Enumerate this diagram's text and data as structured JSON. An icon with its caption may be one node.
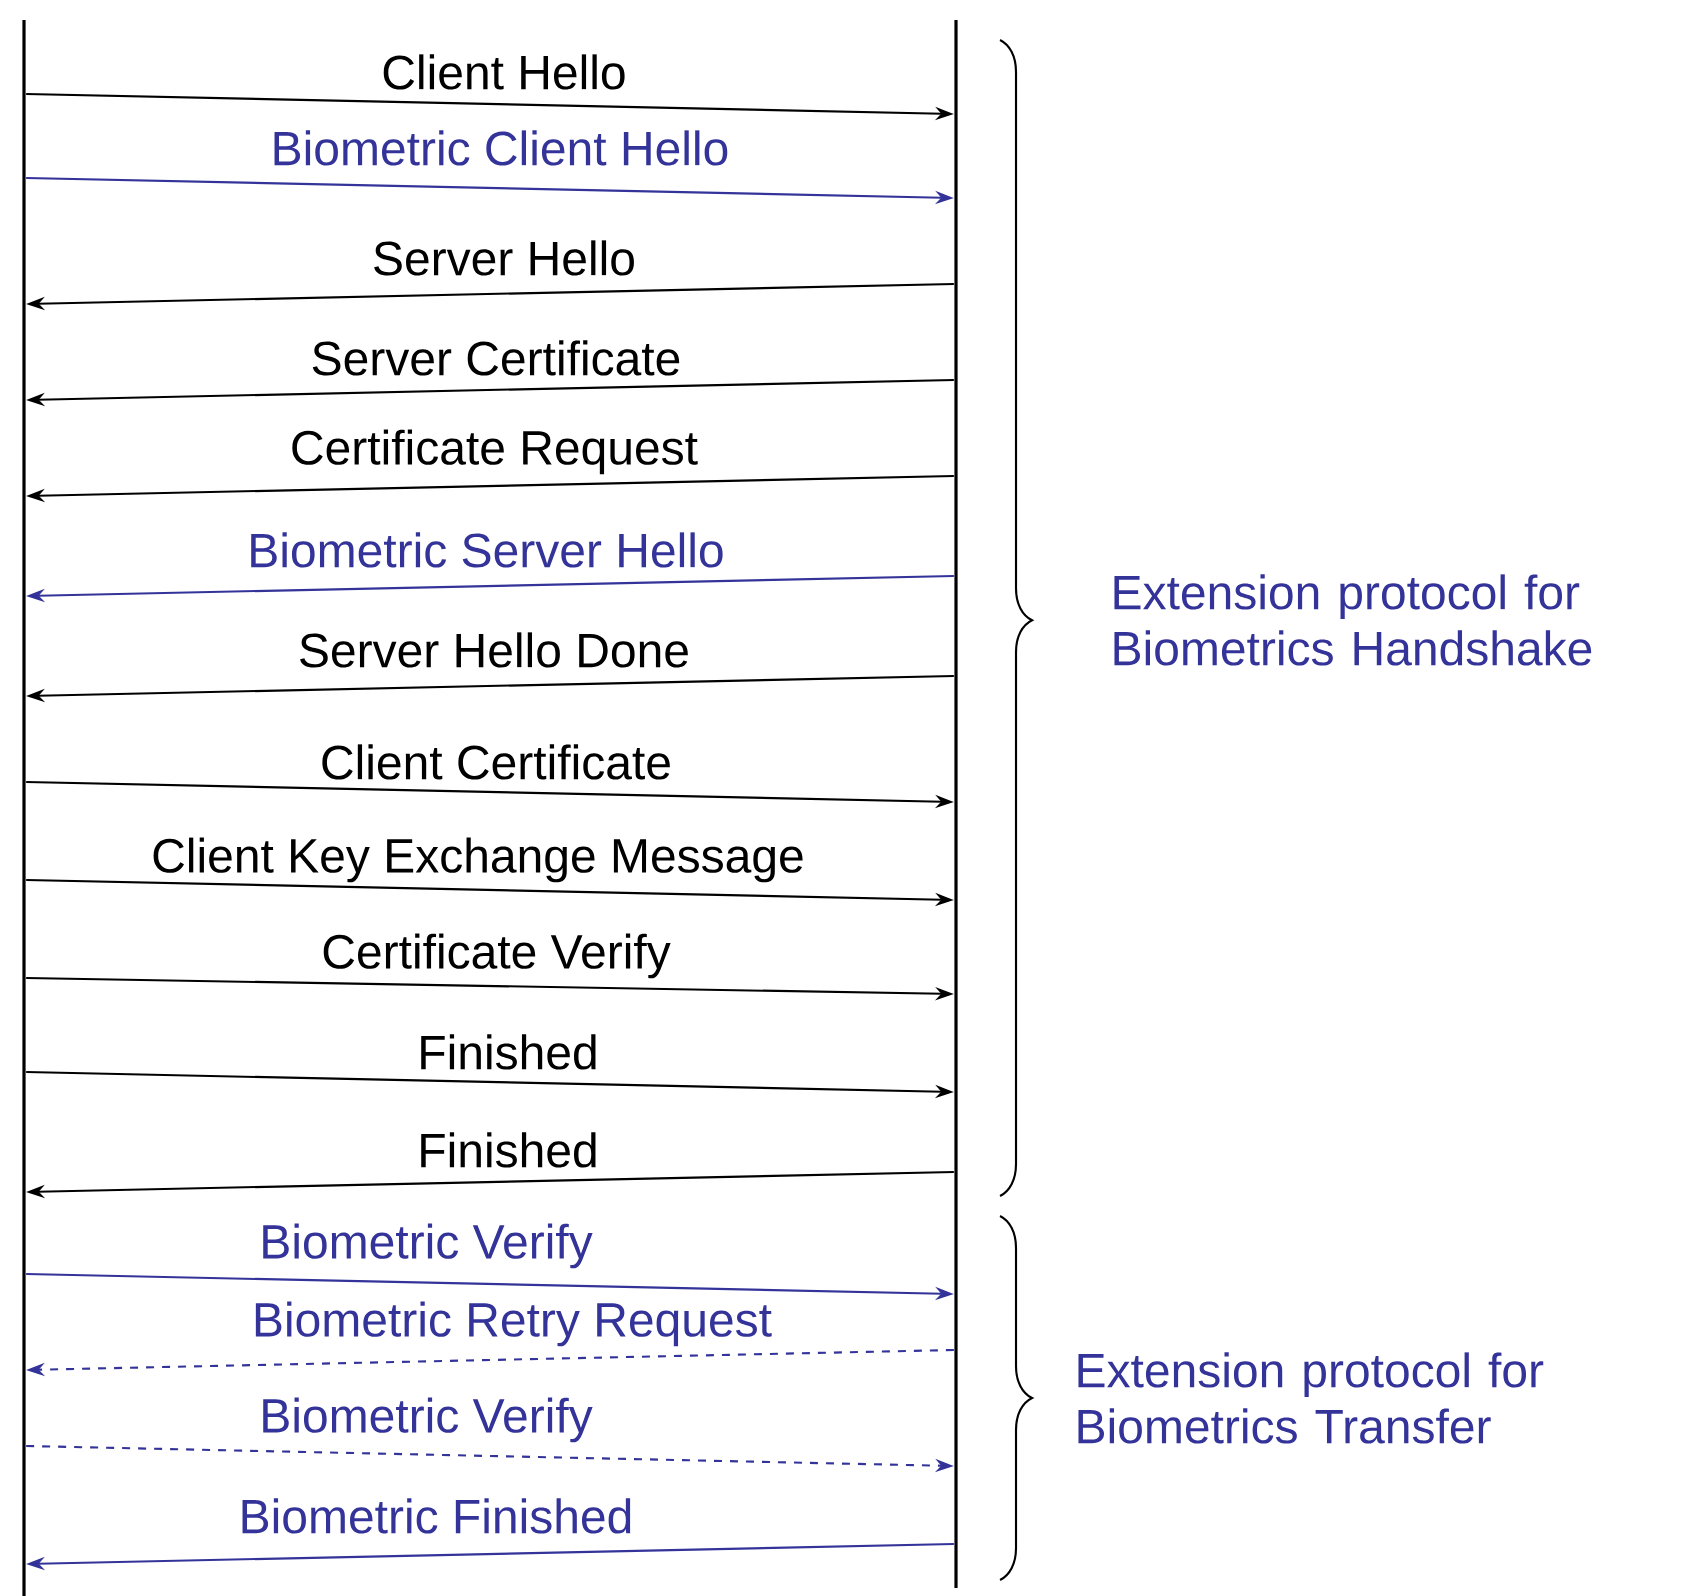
{
  "diagram": {
    "nodes": [
      {
        "text": [],
        "shape": "line"
      },
      {
        "text": [],
        "shape": "line"
      }
    ],
    "edges": [
      {
        "from": 0,
        "to": 1,
        "arrow": "to",
        "label": "Client Hello"
      },
      {
        "from": 0,
        "to": 1,
        "arrow": "to",
        "label": "Biometric Client Hello",
        "color": "#333399"
      },
      {
        "from": 1,
        "to": 0,
        "arrow": "to",
        "label": "Server Hello"
      },
      {
        "from": 1,
        "to": 0,
        "arrow": "to",
        "label": "Server Certificate"
      },
      {
        "from": 1,
        "to": 0,
        "arrow": "to",
        "label": "Certificate Request"
      },
      {
        "from": 1,
        "to": 0,
        "arrow": "to",
        "label": "Biometric Server Hello",
        "color": "#333399"
      },
      {
        "from": 1,
        "to": 0,
        "arrow": "to",
        "label": "Server Hello Done"
      },
      {
        "from": 0,
        "to": 1,
        "arrow": "to",
        "label": "Client Certificate"
      },
      {
        "from": 0,
        "to": 1,
        "arrow": "to",
        "label": "Client Key Exchange Message"
      },
      {
        "from": 0,
        "to": 1,
        "arrow": "to",
        "label": "Certificate Verify"
      },
      {
        "from": 0,
        "to": 1,
        "arrow": "to",
        "label": "Finished"
      },
      {
        "from": 1,
        "to": 0,
        "arrow": "to",
        "label": "Finished"
      },
      {
        "from": 0,
        "to": 1,
        "arrow": "to",
        "label": "Biometric Verify",
        "color": "#333399"
      },
      {
        "from": 1,
        "to": 0,
        "arrow": "to",
        "label": "Biometric Retry Request",
        "style": "dashed",
        "color": "#333399"
      },
      {
        "from": 0,
        "to": 1,
        "arrow": "to",
        "label": "Biometric Verify",
        "style": "dashed",
        "color": "#333399"
      },
      {
        "from": 1,
        "to": 0,
        "arrow": "to",
        "label": "Biometric Finished",
        "color": "#333399"
      }
    ],
    "labels": [
      "Extension protocol for Biometrics Handshake",
      "Extension protocol for Biometrics Transfer"
    ]
  }
}
